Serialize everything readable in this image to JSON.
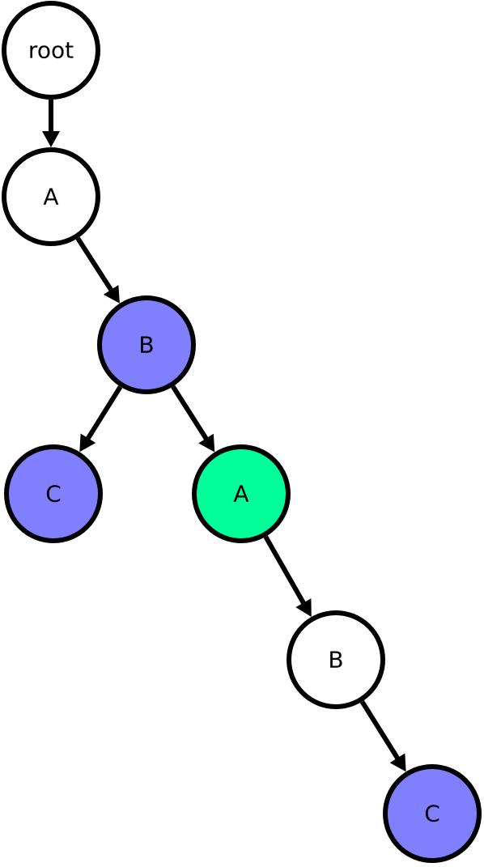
{
  "colors": {
    "white": "#ffffff",
    "blue": "#8080ff",
    "green": "#00ff99",
    "stroke": "#000000"
  },
  "tree": {
    "nodes": [
      {
        "id": "root",
        "label": "root",
        "color": "white"
      },
      {
        "id": "a1",
        "label": "A",
        "color": "white"
      },
      {
        "id": "b1",
        "label": "B",
        "color": "blue"
      },
      {
        "id": "c1",
        "label": "C",
        "color": "blue"
      },
      {
        "id": "a2",
        "label": "A",
        "color": "green"
      },
      {
        "id": "b2",
        "label": "B",
        "color": "white"
      },
      {
        "id": "c2",
        "label": "C",
        "color": "blue"
      }
    ],
    "edges": [
      {
        "from": "root",
        "to": "a1"
      },
      {
        "from": "a1",
        "to": "b1"
      },
      {
        "from": "b1",
        "to": "c1"
      },
      {
        "from": "b1",
        "to": "a2"
      },
      {
        "from": "a2",
        "to": "b2"
      },
      {
        "from": "b2",
        "to": "c2"
      }
    ]
  }
}
